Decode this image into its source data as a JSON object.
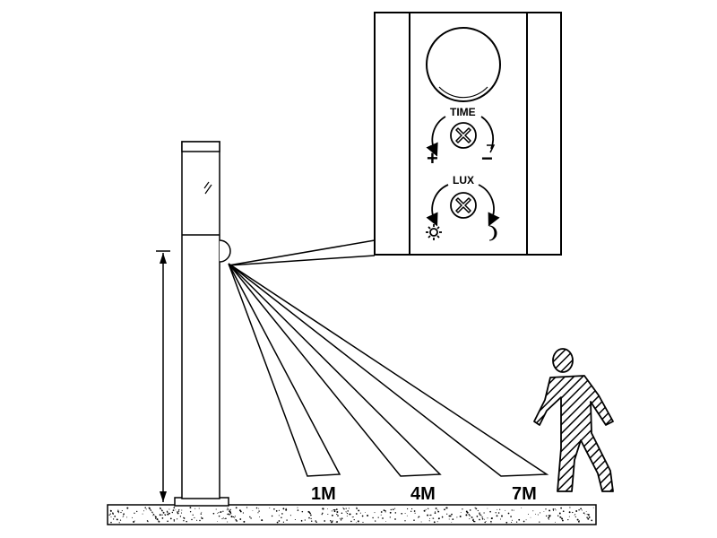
{
  "control_panel": {
    "time_label": "TIME",
    "time_increase": "+",
    "time_decrease": "−",
    "lux_label": "LUX",
    "lux_bright_icon": "sun-icon",
    "lux_dark_icon": "moon-icon"
  },
  "detection_ranges": [
    {
      "label": "1M"
    },
    {
      "label": "4M"
    },
    {
      "label": "7M"
    }
  ],
  "colors": {
    "line": "#000000",
    "background": "#ffffff"
  }
}
